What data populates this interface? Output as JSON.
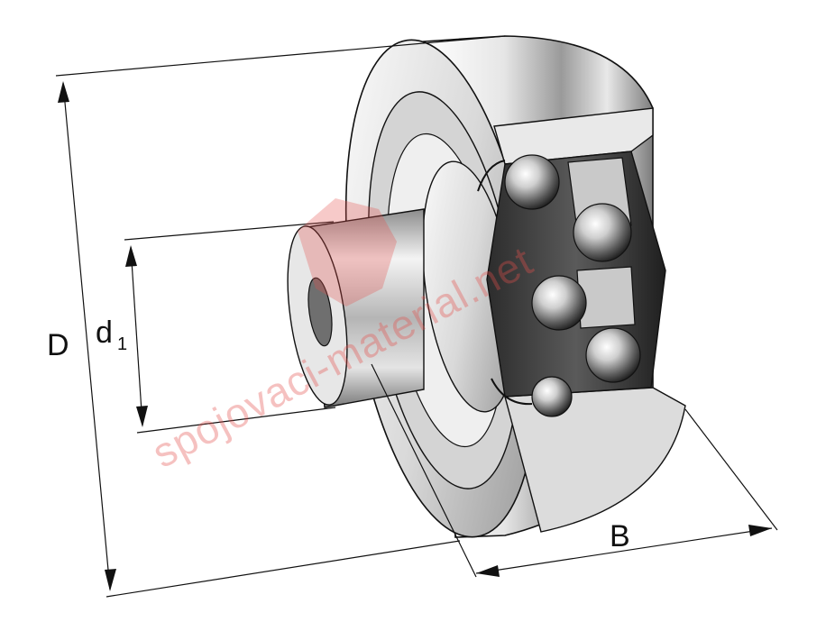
{
  "dimensions": {
    "outer_diameter": "D",
    "inner_diameter": "d",
    "inner_diameter_sub": "1",
    "width": "B"
  },
  "watermark": {
    "text": "spojovaci-material.net",
    "color": "#e5504c"
  },
  "colors": {
    "line": "#111111",
    "metal_light": "#f2f2f2",
    "metal_mid": "#bdbdbd",
    "metal_dark": "#3a3a3a"
  }
}
